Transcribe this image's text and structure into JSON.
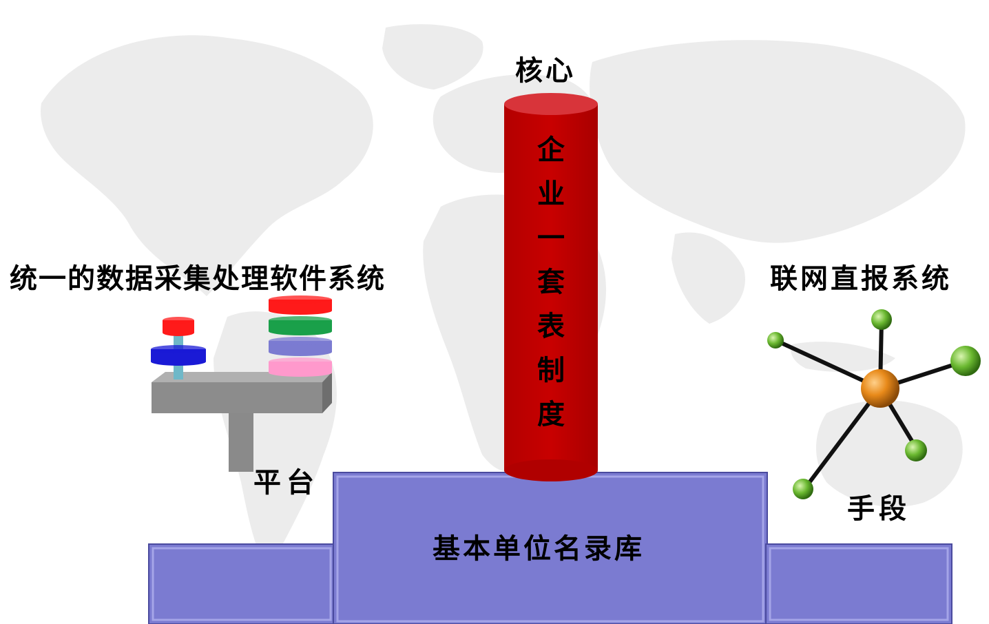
{
  "core": {
    "label": "核心",
    "pillar_text": "企业一套表制度",
    "pillar_color": "#c00000"
  },
  "base": {
    "label": "基本单位名录库",
    "color": "#7b7bd1"
  },
  "platform": {
    "title": "统一的数据采集处理软件系统",
    "label": "平台",
    "disk_colors": [
      "#ff1a1a",
      "#1aa04a",
      "#7b7bd1",
      "#ff99cc"
    ],
    "small_disk_colors": [
      "#ff1a1a",
      "#1a1ad6"
    ]
  },
  "means": {
    "title": "联网直报系统",
    "label": "手段",
    "hub_color": "#e88a1a",
    "node_color": "#6ab830"
  }
}
